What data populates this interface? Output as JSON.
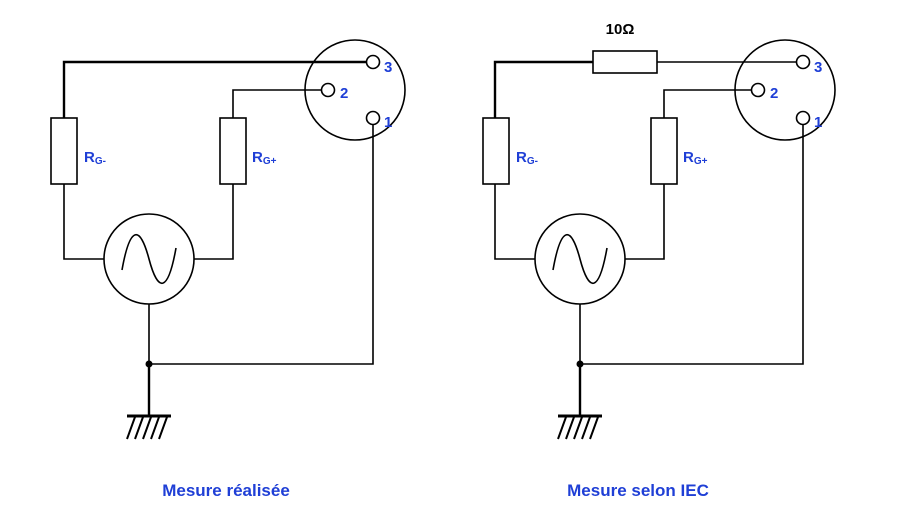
{
  "left_circuit": {
    "caption": "Mesure réalisée",
    "r_minus": {
      "main": "R",
      "sub": "G-"
    },
    "r_plus": {
      "main": "R",
      "sub": "G+"
    },
    "pins": [
      "3",
      "2",
      "1"
    ]
  },
  "right_circuit": {
    "caption": "Mesure selon IEC",
    "r_minus": {
      "main": "R",
      "sub": "G-"
    },
    "r_plus": {
      "main": "R",
      "sub": "G+"
    },
    "series_resistor": "10Ω",
    "pins": [
      "3",
      "2",
      "1"
    ]
  },
  "colors": {
    "label_blue": "#1f3fd6",
    "line": "#000000"
  }
}
